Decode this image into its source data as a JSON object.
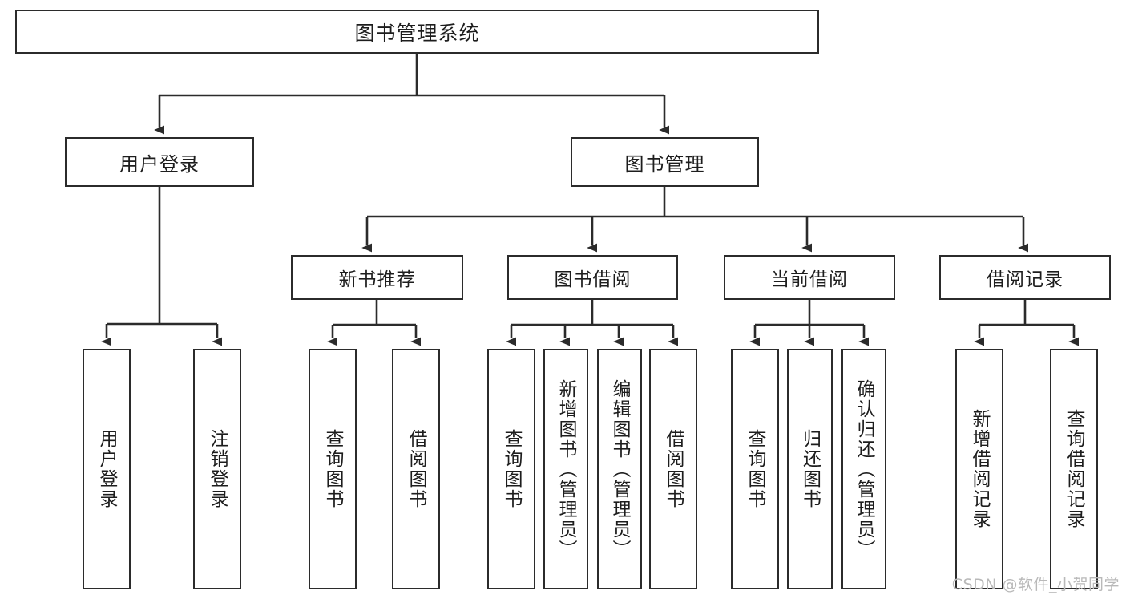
{
  "diagram": {
    "title": "图书管理系统",
    "type": "tree-hierarchy-chart",
    "root": {
      "id": "root",
      "label": "图书管理系统"
    },
    "level2": [
      {
        "id": "user-login",
        "label": "用户登录"
      },
      {
        "id": "book-manage",
        "label": "图书管理"
      }
    ],
    "level3": [
      {
        "id": "new-book-recommend",
        "label": "新书推荐"
      },
      {
        "id": "book-borrow",
        "label": "图书借阅"
      },
      {
        "id": "current-borrow",
        "label": "当前借阅"
      },
      {
        "id": "borrow-record",
        "label": "借阅记录"
      }
    ],
    "leaves": [
      {
        "id": "leaf-user-login",
        "label": "用户登录",
        "parent": "user-login"
      },
      {
        "id": "leaf-user-logout",
        "label": "注销登录",
        "parent": "user-login"
      },
      {
        "id": "leaf-query-book-1",
        "label": "查询图书",
        "parent": "new-book-recommend"
      },
      {
        "id": "leaf-borrow-book-1",
        "label": "借阅图书",
        "parent": "new-book-recommend"
      },
      {
        "id": "leaf-query-book-2",
        "label": "查询图书",
        "parent": "book-borrow"
      },
      {
        "id": "leaf-add-book",
        "label": "新增图书（管理员）",
        "parent": "book-borrow"
      },
      {
        "id": "leaf-edit-book",
        "label": "编辑图书（管理员）",
        "parent": "book-borrow"
      },
      {
        "id": "leaf-borrow-book-2",
        "label": "借阅图书",
        "parent": "book-borrow"
      },
      {
        "id": "leaf-query-book-3",
        "label": "查询图书",
        "parent": "current-borrow"
      },
      {
        "id": "leaf-return-book",
        "label": "归还图书",
        "parent": "current-borrow"
      },
      {
        "id": "leaf-confirm-return",
        "label": "确认归还（管理员）",
        "parent": "current-borrow"
      },
      {
        "id": "leaf-add-record",
        "label": "新增借阅记录",
        "parent": "borrow-record"
      },
      {
        "id": "leaf-query-record",
        "label": "查询借阅记录",
        "parent": "borrow-record"
      }
    ],
    "colors": {
      "box_border": "#2b2b2b",
      "box_fill": "#ffffff",
      "edge": "#2b2b2b",
      "text": "#1d1d1d",
      "watermark": "#b9b9b9",
      "background": "#ffffff"
    }
  },
  "watermark": {
    "text": "CSDN @软件_小贺同学"
  }
}
